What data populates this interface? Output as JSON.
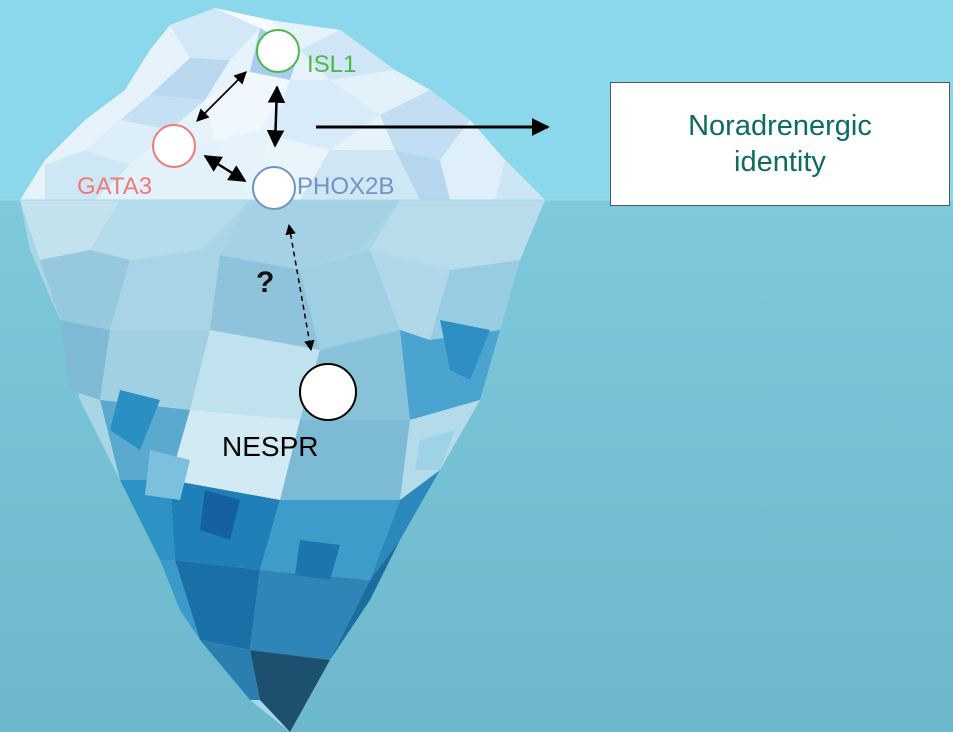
{
  "colors": {
    "sky": "#8bd8ec",
    "water_top": "#7ec9dc",
    "water_bottom": "#6cb7cb",
    "isl1": "#4db848",
    "gata3": "#f07a76",
    "phox2b": "#6f93c7",
    "nespr": "#000000",
    "identity_text": "#0c6b63"
  },
  "nodes": {
    "isl1": {
      "label": "ISL1"
    },
    "gata3": {
      "label": "GATA3"
    },
    "phox2b": {
      "label": "PHOX2B"
    },
    "nespr": {
      "label": "NESPR"
    }
  },
  "question_mark": "?",
  "identity_box": {
    "text": "Noradrenergic\nidentity"
  }
}
